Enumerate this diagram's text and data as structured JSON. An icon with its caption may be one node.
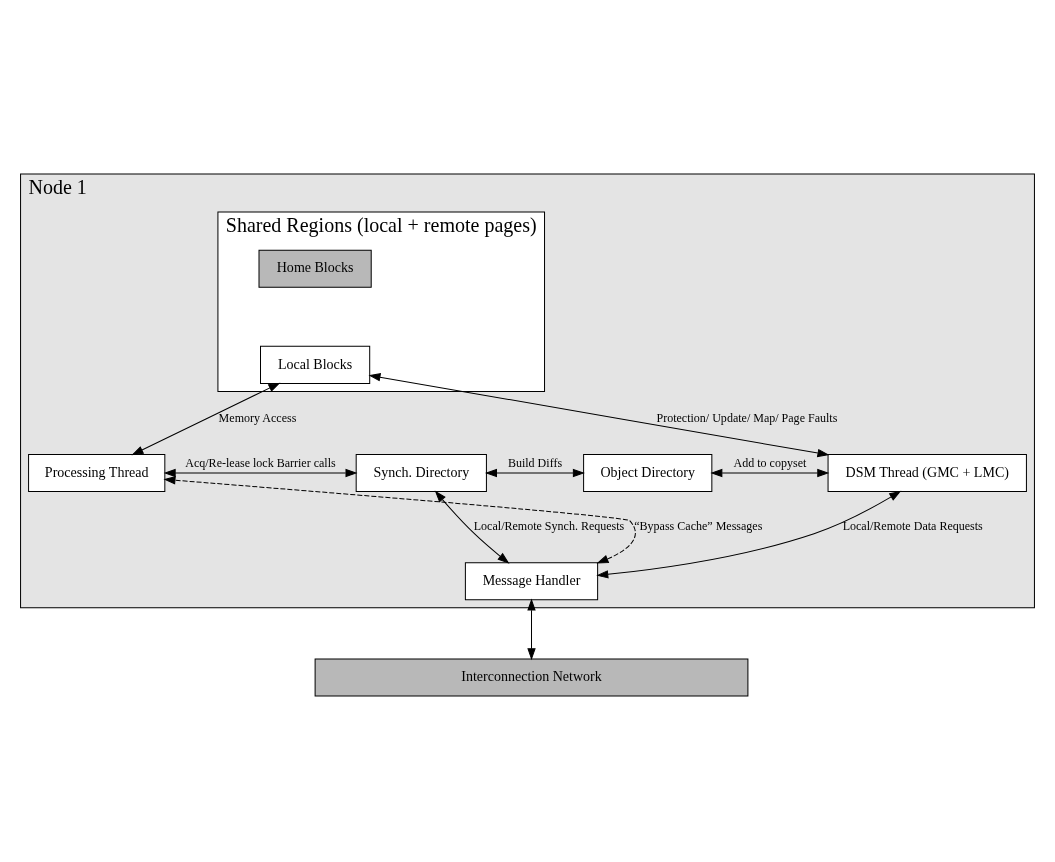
{
  "diagram": {
    "nodes": [
      {
        "text": [
          "Node 1"
        ]
      },
      {
        "text": [
          "Shared Regions (local + remote pages)"
        ],
        "in": 0
      },
      {
        "text": [
          "Home Blocks"
        ],
        "in": 1
      },
      {
        "text": [
          "Local Blocks"
        ],
        "in": 1
      },
      {
        "text": [
          "Processing Thread"
        ],
        "in": 0
      },
      {
        "text": [
          "Synch. Directory"
        ],
        "in": 0
      },
      {
        "text": [
          "Object Directory"
        ],
        "in": 0
      },
      {
        "text": [
          "DSM Thread (GMC + LMC)"
        ],
        "in": 0
      },
      {
        "text": [
          "Message Handler"
        ],
        "in": 0
      },
      {
        "text": [
          "Interconnection Network"
        ]
      }
    ],
    "edges": [
      {
        "from": 3,
        "to": 4,
        "arrow": "both",
        "label": "Memory Access"
      },
      {
        "from": 3,
        "to": 7,
        "arrow": "both",
        "label": "Protection/ Update/ Map/ Page Faults"
      },
      {
        "from": 4,
        "to": 5,
        "arrow": "both",
        "label": "Acq/Re-lease lock Barrier calls"
      },
      {
        "from": 5,
        "to": 6,
        "arrow": "both",
        "label": "Build Diffs"
      },
      {
        "from": 6,
        "to": 7,
        "arrow": "both",
        "label": "Add to copyset"
      },
      {
        "from": 5,
        "to": 8,
        "arrow": "both",
        "label": "Local/Remote Synch. Requests"
      },
      {
        "from": 8,
        "to": 4,
        "arrow": "both",
        "label": "“Bypass Cache” Messages",
        "style": "dashed"
      },
      {
        "from": 7,
        "to": 8,
        "arrow": "both",
        "label": "Local/Remote Data Requests"
      },
      {
        "from": 8,
        "to": 9,
        "arrow": "both"
      }
    ]
  }
}
